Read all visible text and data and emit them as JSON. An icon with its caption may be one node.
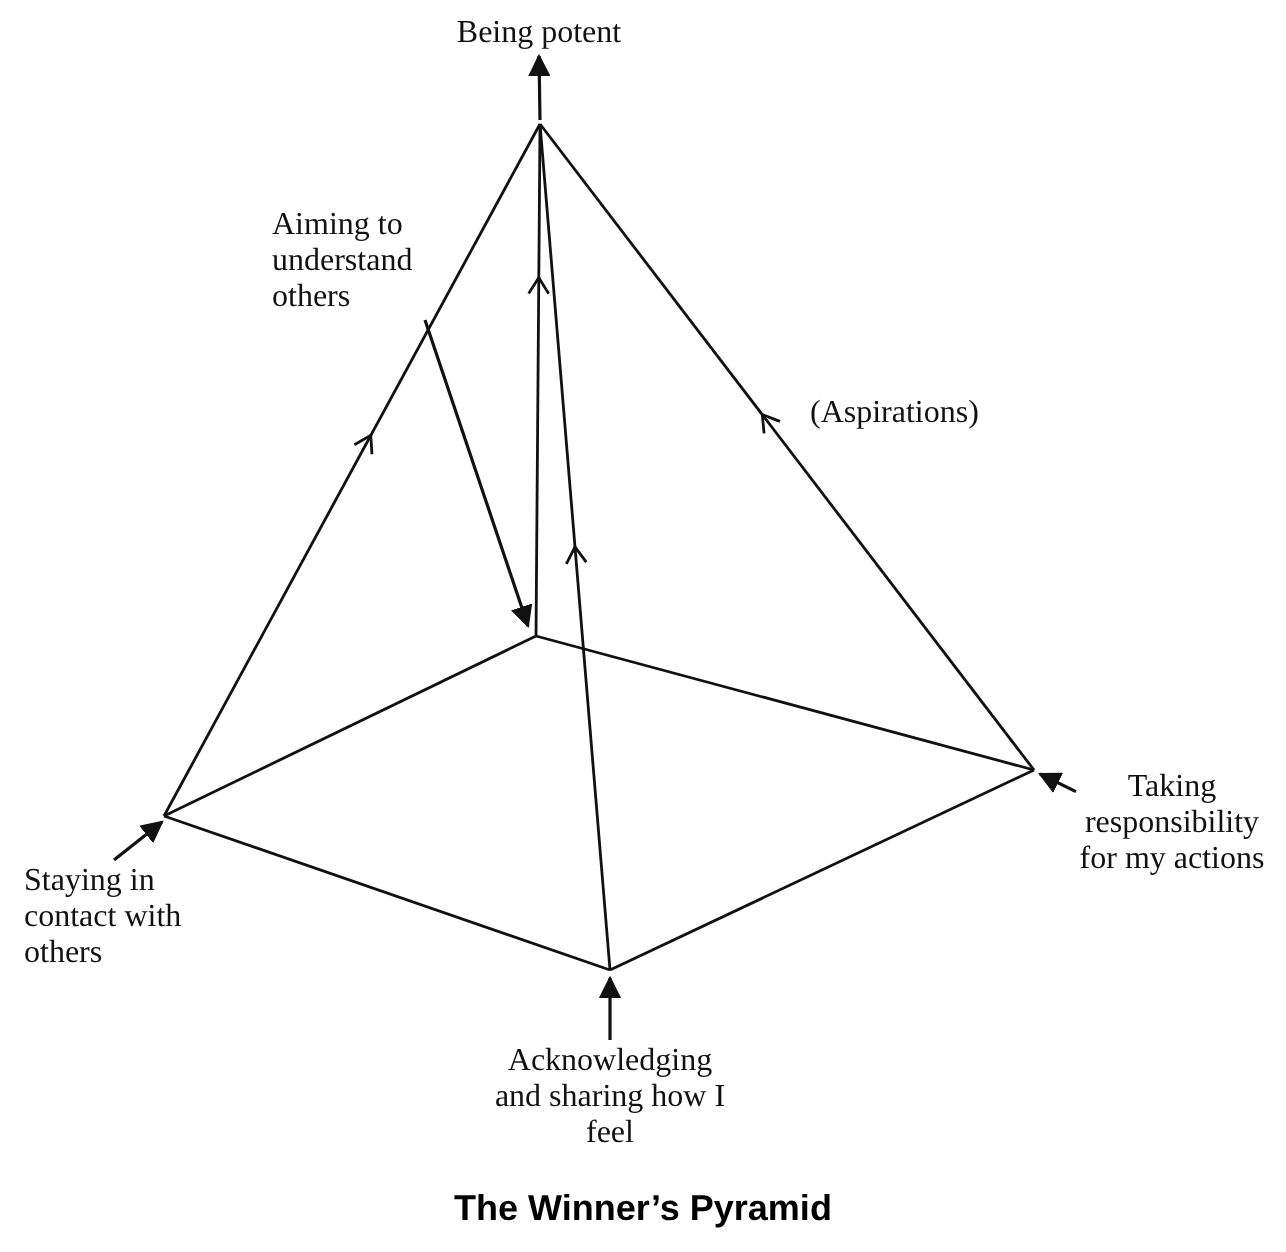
{
  "diagram": {
    "caption": "The Winner’s Pyramid",
    "nodes": [
      {
        "text": [
          "Being potent"
        ]
      },
      {
        "text": [
          "Aiming to understand others"
        ]
      },
      {
        "text": [
          "Taking responsibility for my actions"
        ]
      },
      {
        "text": [
          "Staying in contact with others"
        ]
      },
      {
        "text": [
          "Acknowledging and sharing how I feel"
        ]
      }
    ],
    "edges": [
      {
        "from": null,
        "to": 0,
        "arrow": "to"
      },
      {
        "from": 1,
        "to": null,
        "arrow": "to"
      },
      {
        "from": 2,
        "to": null,
        "arrow": "to"
      },
      {
        "from": 3,
        "to": null,
        "arrow": "to"
      },
      {
        "from": 4,
        "to": null,
        "arrow": "to"
      }
    ],
    "labels": [
      "(Aspirations)"
    ]
  }
}
